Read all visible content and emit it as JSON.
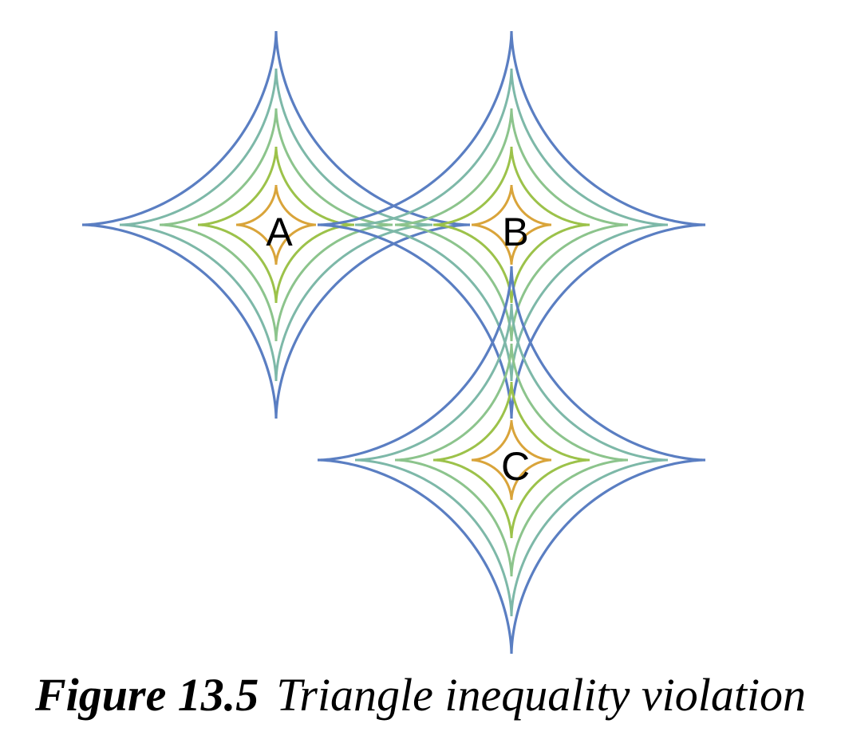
{
  "caption": {
    "figure_number": "Figure 13.5",
    "title": "Triangle inequality violation"
  },
  "points": [
    {
      "label": "A"
    },
    {
      "label": "B"
    },
    {
      "label": "C"
    }
  ],
  "contour_colors": [
    "#5a7ec2",
    "#7db8a8",
    "#8cc48c",
    "#77b659",
    "#9cc24a",
    "#c4cc4a",
    "#d9a43a"
  ],
  "contour_icon": "astroid-star-curve"
}
